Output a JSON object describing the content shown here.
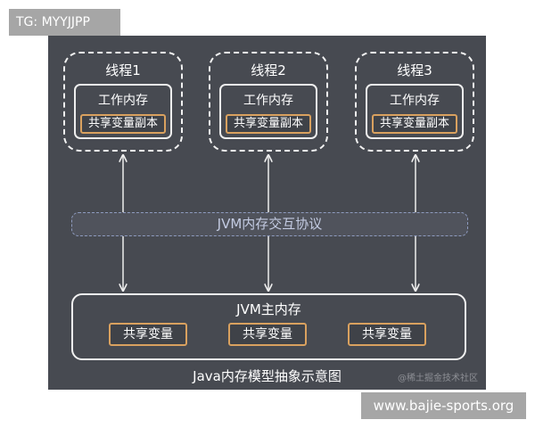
{
  "badges": {
    "top_left": "TG: MYYJJPP",
    "bottom_right": "www.bajie-sports.org"
  },
  "diagram": {
    "threads": [
      {
        "title": "线程1",
        "work_memory": "工作内存",
        "shared_copy": "共享变量副本"
      },
      {
        "title": "线程2",
        "work_memory": "工作内存",
        "shared_copy": "共享变量副本"
      },
      {
        "title": "线程3",
        "work_memory": "工作内存",
        "shared_copy": "共享变量副本"
      }
    ],
    "protocol": "JVM内存交互协议",
    "main_memory": {
      "title": "JVM主内存",
      "shared_vars": [
        "共享变量",
        "共享变量",
        "共享变量"
      ]
    },
    "caption": "Java内存模型抽象示意图",
    "watermark": "@稀土掘金技术社区"
  },
  "colors": {
    "panel_bg": "#474a51",
    "outline": "#f2f2f2",
    "accent_orange": "#d9a15f",
    "protocol_text": "#c3cbe2",
    "badge_bg": "#a6a6a6"
  }
}
